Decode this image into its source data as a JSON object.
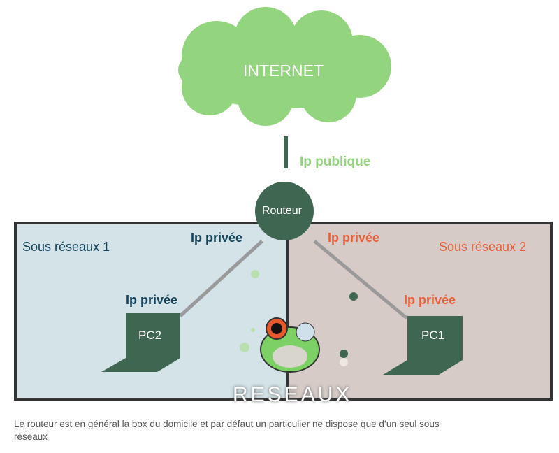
{
  "cloud": {
    "label": "INTERNET",
    "color": "#93d47e"
  },
  "router": {
    "label": "Routeur",
    "color": "#3e6650"
  },
  "public_ip": "Ip publique",
  "subnet1": {
    "label": "Sous réseaux 1",
    "router_ip": "Ip privée",
    "pc_ip": "Ip privée",
    "pc": "PC2",
    "color": "#14435a"
  },
  "subnet2": {
    "label": "Sous réseaux 2",
    "router_ip": "Ip privée",
    "pc_ip": "Ip privée",
    "pc": "PC1",
    "color": "#e8603a"
  },
  "logo_text": "RESEAUX",
  "caption": "Le routeur est en général la box du domicile et par défaut un particulier ne dispose que d’un seul sous réseaux"
}
